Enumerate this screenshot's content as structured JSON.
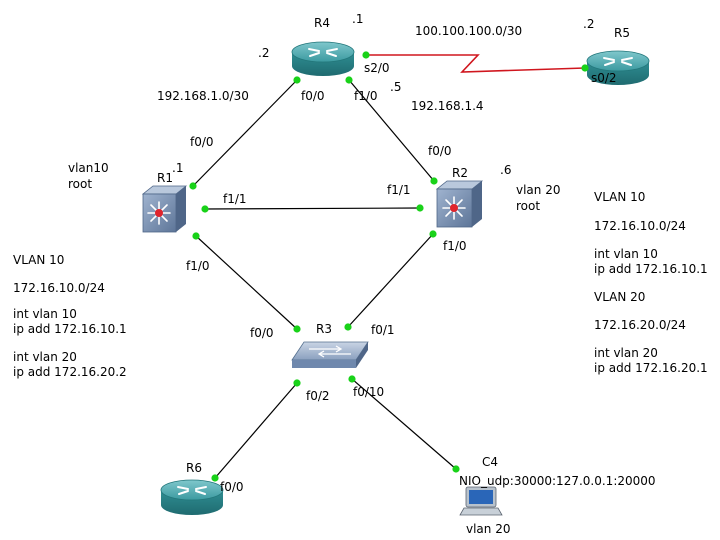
{
  "devices": {
    "r4": {
      "name": "R4"
    },
    "r5": {
      "name": "R5"
    },
    "r1": {
      "name": "R1"
    },
    "r2": {
      "name": "R2"
    },
    "r3": {
      "name": "R3"
    },
    "r6": {
      "name": "R6"
    },
    "c4": {
      "name": "C4",
      "desc": "NIO_udp:30000:127.0.0.1:20000",
      "vlan": "vlan 20"
    }
  },
  "ports": {
    "r4_s20": "s2/0",
    "r4_f00": "f0/0",
    "r4_f10": "f1/0",
    "r5_s02": "s0/2",
    "r1_f00": "f0/0",
    "r1_f11": "f1/1",
    "r1_f10": "f1/0",
    "r2_f00": "f0/0",
    "r2_f11": "f1/1",
    "r2_f10": "f1/0",
    "r3_f00": "f0/0",
    "r3_f01": "f0/1",
    "r3_f02": "f0/2",
    "r3_f010": "f0/10",
    "r6_f00": "f0/0"
  },
  "addresses": {
    "r4_dot1": ".1",
    "r4_dot2": ".2",
    "r5_dot2": ".2",
    "r4_dot5": ".5",
    "r1_dot1": ".1",
    "r2_dot6": ".6",
    "net_wan": "100.100.100.0/30",
    "net_r4r1": "192.168.1.0/30",
    "net_r4r2": "192.168.1.4"
  },
  "r1_note": {
    "vlan": "vlan10",
    "role": "root"
  },
  "r2_note": {
    "vlan": "vlan 20",
    "role": "root"
  },
  "left_notes": {
    "vlan_title": "VLAN 10",
    "subnet": "172.16.10.0/24",
    "int1": "int vlan 10",
    "ip1": "ip add 172.16.10.1",
    "int2": "int vlan 20",
    "ip2": "ip add 172.16.20.2"
  },
  "right_notes": {
    "vlan10_title": "VLAN 10",
    "subnet10": "172.16.10.0/24",
    "int10": "int vlan 10",
    "ip10": "ip add 172.16.10.1",
    "vlan20_title": "VLAN 20",
    "subnet20": "172.16.20.0/24",
    "int20": "int vlan 20",
    "ip20": "ip add 172.16.20.1"
  },
  "colors": {
    "link": "#000000",
    "serial_link": "#d0161e",
    "port_dot": "#19d219",
    "router_body": "#2f8e93",
    "switch_body": "#6f88ad"
  }
}
